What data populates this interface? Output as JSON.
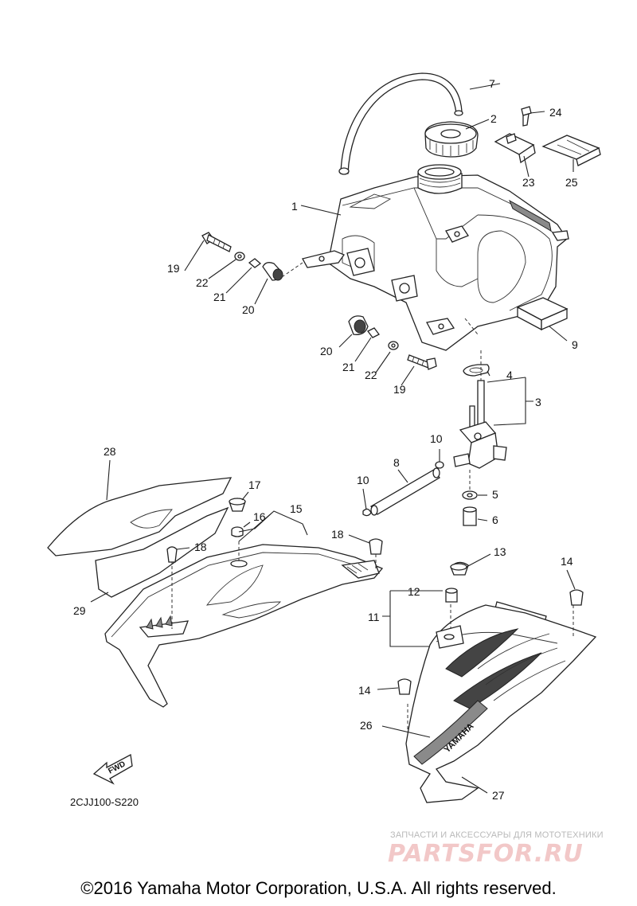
{
  "parts": [
    {
      "num": "1"
    },
    {
      "num": "2"
    },
    {
      "num": "3"
    },
    {
      "num": "4"
    },
    {
      "num": "5"
    },
    {
      "num": "6"
    },
    {
      "num": "7"
    },
    {
      "num": "8"
    },
    {
      "num": "9"
    },
    {
      "num": "10"
    },
    {
      "num": "10"
    },
    {
      "num": "11"
    },
    {
      "num": "12"
    },
    {
      "num": "13"
    },
    {
      "num": "14"
    },
    {
      "num": "14"
    },
    {
      "num": "15"
    },
    {
      "num": "16"
    },
    {
      "num": "17"
    },
    {
      "num": "18"
    },
    {
      "num": "18"
    },
    {
      "num": "19"
    },
    {
      "num": "19"
    },
    {
      "num": "20"
    },
    {
      "num": "20"
    },
    {
      "num": "21"
    },
    {
      "num": "21"
    },
    {
      "num": "22"
    },
    {
      "num": "22"
    },
    {
      "num": "23"
    },
    {
      "num": "24"
    },
    {
      "num": "25"
    },
    {
      "num": "26"
    },
    {
      "num": "27"
    },
    {
      "num": "28"
    },
    {
      "num": "29"
    }
  ],
  "fwd_label": "FWD",
  "figure_code": "2CJJ100-S220",
  "decal_text": "YAMAHA",
  "watermark": {
    "tagline": "ЗАПЧАСТИ И АКСЕССУАРЫ ДЛЯ МОТОТЕХНИКИ",
    "logo": "PARTSFOR.RU"
  },
  "copyright": "©2016 Yamaha Motor Corporation, U.S.A. All rights reserved.",
  "colors": {
    "line": "#222222",
    "background": "#ffffff",
    "watermark_logo": "#f2c8c8"
  }
}
